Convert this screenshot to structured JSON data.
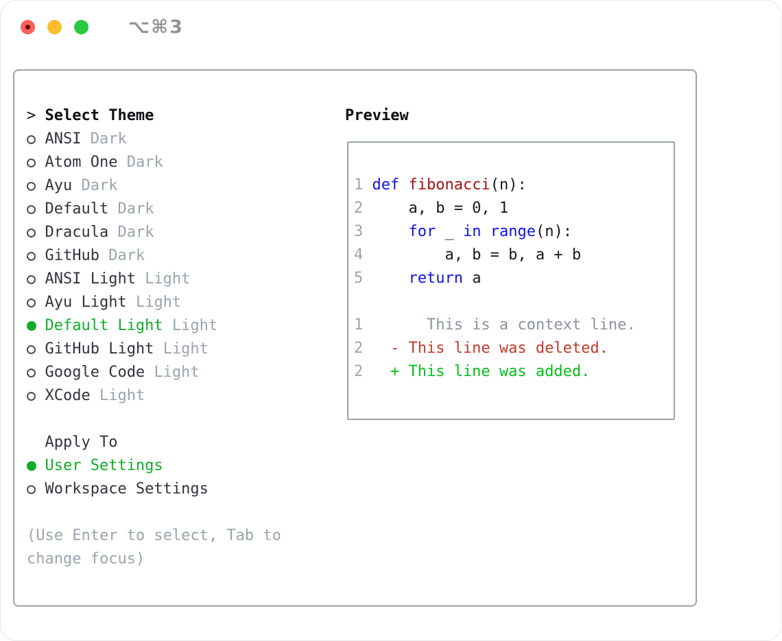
{
  "window": {
    "shortcut_label": "⌥⌘3",
    "traffic_lights": [
      "close",
      "minimize",
      "zoom"
    ]
  },
  "theme_picker": {
    "header": {
      "cursor": ">",
      "label": "Select Theme"
    },
    "items": [
      {
        "name": "ANSI",
        "variant": "Dark",
        "selected": false
      },
      {
        "name": "Atom One",
        "variant": "Dark",
        "selected": false
      },
      {
        "name": "Ayu",
        "variant": "Dark",
        "selected": false
      },
      {
        "name": "Default",
        "variant": "Dark",
        "selected": false
      },
      {
        "name": "Dracula",
        "variant": "Dark",
        "selected": false
      },
      {
        "name": "GitHub",
        "variant": "Dark",
        "selected": false
      },
      {
        "name": "ANSI Light",
        "variant": "Light",
        "selected": false
      },
      {
        "name": "Ayu Light",
        "variant": "Light",
        "selected": false
      },
      {
        "name": "Default Light",
        "variant": "Light",
        "selected": true
      },
      {
        "name": "GitHub Light",
        "variant": "Light",
        "selected": false
      },
      {
        "name": "Google Code",
        "variant": "Light",
        "selected": false
      },
      {
        "name": "XCode",
        "variant": "Light",
        "selected": false
      }
    ],
    "apply_to": {
      "label": "Apply To",
      "options": [
        {
          "name": "User Settings",
          "selected": true
        },
        {
          "name": "Workspace Settings",
          "selected": false
        }
      ]
    },
    "hint_lines": [
      "(Use Enter to select, Tab to",
      "change focus)"
    ]
  },
  "preview": {
    "title": "Preview",
    "lines": [
      {
        "num": "1",
        "segments": [
          {
            "t": "def",
            "c": "keyword"
          },
          {
            "t": " ",
            "c": "code"
          },
          {
            "t": "fibonacci",
            "c": "function"
          },
          {
            "t": "(n):",
            "c": "code"
          }
        ]
      },
      {
        "num": "2",
        "segments": [
          {
            "t": "    a, b = 0, 1",
            "c": "code"
          }
        ]
      },
      {
        "num": "3",
        "segments": [
          {
            "t": "    ",
            "c": "code"
          },
          {
            "t": "for",
            "c": "keyword"
          },
          {
            "t": " _ ",
            "c": "code"
          },
          {
            "t": "in",
            "c": "keyword"
          },
          {
            "t": " ",
            "c": "code"
          },
          {
            "t": "range",
            "c": "keyword"
          },
          {
            "t": "(n):",
            "c": "code"
          }
        ]
      },
      {
        "num": "4",
        "segments": [
          {
            "t": "        a, b = b, a + b",
            "c": "code"
          }
        ]
      },
      {
        "num": "5",
        "segments": [
          {
            "t": "    ",
            "c": "code"
          },
          {
            "t": "return",
            "c": "keyword"
          },
          {
            "t": " a",
            "c": "code"
          }
        ]
      },
      {
        "num": "",
        "segments": []
      },
      {
        "num": "1",
        "segments": [
          {
            "t": "      This is a context line.",
            "c": "context"
          }
        ]
      },
      {
        "num": "2",
        "segments": [
          {
            "t": "  - This line was deleted.",
            "c": "deleted"
          }
        ]
      },
      {
        "num": "2",
        "segments": [
          {
            "t": "  + This line was added.",
            "c": "added"
          }
        ]
      }
    ]
  },
  "colors": {
    "accent_green": "#0fad26",
    "added_green": "#00bf18",
    "deleted_red": "#c43a28",
    "keyword_blue": "#1010e8",
    "function_red": "#a31212",
    "code_black": "#15181d",
    "muted_gray": "#9aa4af",
    "context_gray": "#8b949d",
    "text_dark": "#2e343b",
    "heading_black": "#0d0f12",
    "border_gray": "#9aa3ad",
    "traffic_red": "#ff5f57",
    "traffic_yellow": "#febc2e",
    "traffic_green": "#28c840",
    "shortcut_gray": "#8f9296"
  }
}
